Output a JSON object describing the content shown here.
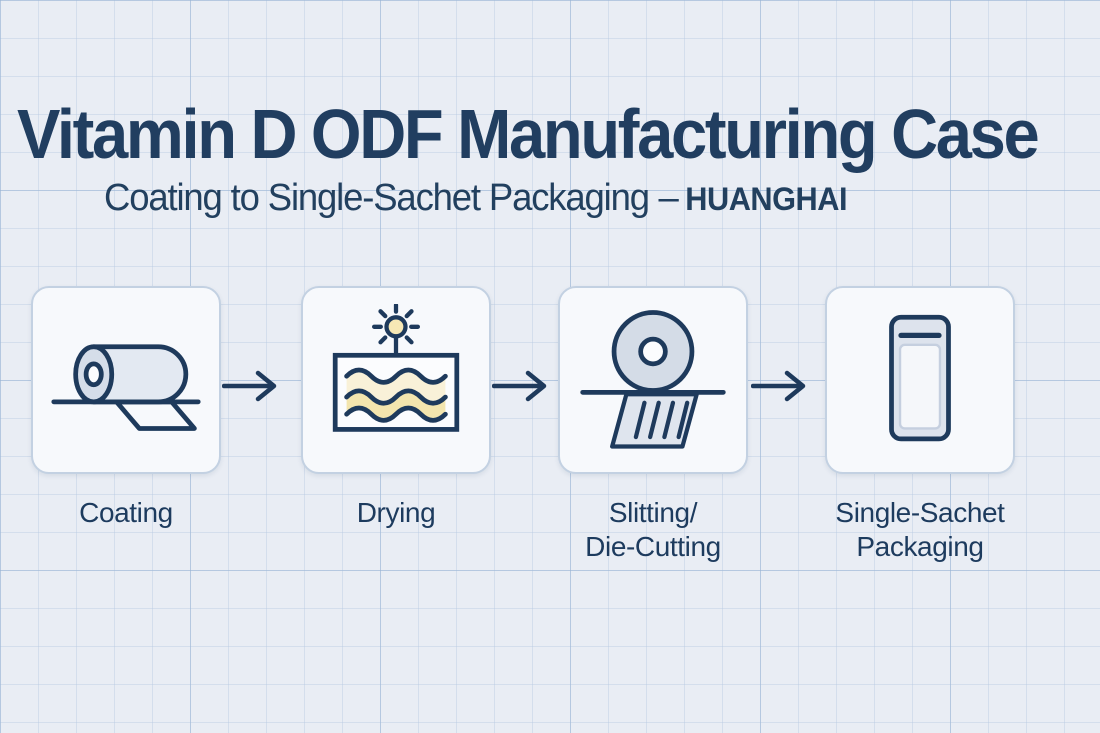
{
  "header": {
    "title": "Vitamin D ODF Manufacturing Case",
    "subtitle_text": "Coating to Single-Sachet Packaging",
    "separator": "–",
    "brand": "HUANGHAI"
  },
  "flow": {
    "connector": "arrow-right",
    "steps": [
      {
        "id": "coating",
        "label": "Coating",
        "icon": "film-roll-icon"
      },
      {
        "id": "drying",
        "label": "Drying",
        "icon": "sun-drying-oven-icon"
      },
      {
        "id": "slitting-die-cutting",
        "label": "Slitting/\nDie-Cutting",
        "icon": "rotary-cutter-icon"
      },
      {
        "id": "single-sachet-packaging",
        "label": "Single-Sachet\nPackaging",
        "icon": "sachet-pouch-icon"
      }
    ]
  },
  "colors": {
    "navy": "#1e3a5c",
    "title_text": "#213e60",
    "background": "#e9edf4",
    "grid_line": "#c7d6e8",
    "card_background": "#f7f9fc",
    "card_border": "#c3d1e2",
    "roll_fill": "#d5dde9",
    "roll_body_fill": "#e3e9f2",
    "blade_fill": "#d4dce7",
    "sheet_fill": "#dfe5ee",
    "sachet_fill": "#dde3ed",
    "sachet_window": "#f5f7fa",
    "highlight_yellow": "#f3e5ae",
    "pale_yellow": "#f9f1d8",
    "sun_yellow": "#f7e8b5"
  }
}
